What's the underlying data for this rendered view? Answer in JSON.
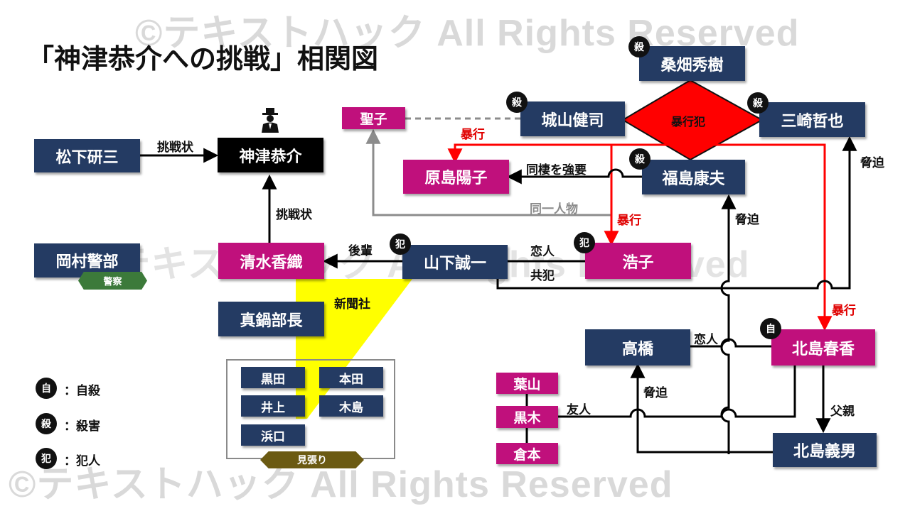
{
  "title": "「神津恭介への挑戦」相関図",
  "watermark": "©テキストハック All Rights Reserved",
  "colors": {
    "navy": "#243b63",
    "pink": "#c0107c",
    "black": "#000000",
    "red": "#ff0000",
    "yellow": "#ffff00",
    "olive": "#6b5a12",
    "green": "#3c7a3a"
  },
  "people": {
    "matsushita": "松下研三",
    "kozu": "神津恭介",
    "okamura": "岡村警部",
    "shimizu": "清水香織",
    "manabe": "真鍋部長",
    "yamashita": "山下誠一",
    "hiroko": "浩子",
    "seiko": "聖子",
    "kiyama": "城山健司",
    "kuwahata": "桑畑秀樹",
    "misaki": "三崎哲也",
    "fukushima": "福島康夫",
    "harashima": "原島陽子",
    "takahashi": "高橋",
    "kitajima_haruka": "北島春香",
    "kitajima_yoshio": "北島義男",
    "hayama": "葉山",
    "kuroki": "黒木",
    "kuramoto": "倉本",
    "kuroda": "黒田",
    "honda": "本田",
    "inoue": "井上",
    "kijima": "木島",
    "hamaguchi": "浜口"
  },
  "center": "暴行犯",
  "tags": {
    "police": "警察",
    "watch": "見張り"
  },
  "badges": {
    "murder": "殺",
    "suicide": "自",
    "culprit": "犯"
  },
  "relations": {
    "challenge1": "挑戦状",
    "challenge2": "挑戦状",
    "kohai": "後輩",
    "newspaper": "新聞社",
    "lover1": "恋人",
    "accomplice": "共犯",
    "same_person": "同一人物",
    "assault1": "暴行",
    "assault2": "暴行",
    "assault3": "暴行",
    "forced_cohab": "同棲を強要",
    "threat1": "脅迫",
    "threat2": "脅迫",
    "threat3": "脅迫",
    "lover2": "恋人",
    "friend": "友人",
    "father": "父親"
  },
  "legend": [
    {
      "badge": "自",
      "text": "：自殺"
    },
    {
      "badge": "殺",
      "text": "：殺害"
    },
    {
      "badge": "犯",
      "text": "：犯人"
    }
  ],
  "icons": {
    "detective": "detective-icon"
  }
}
